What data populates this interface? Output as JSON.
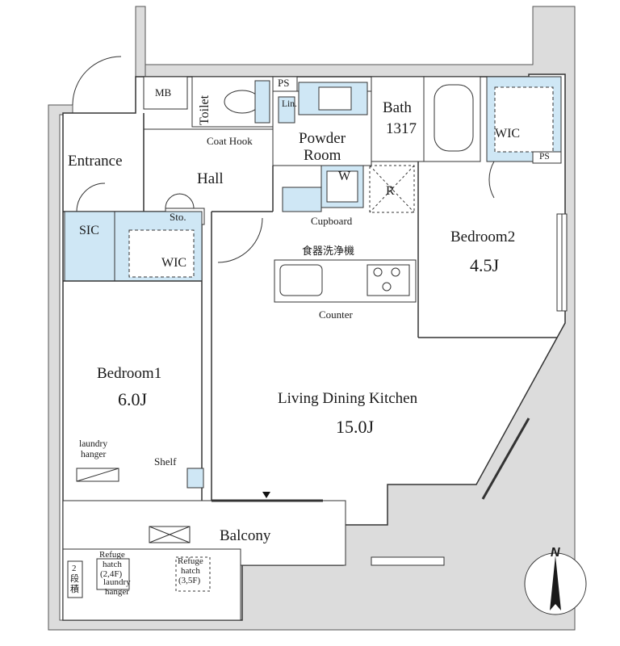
{
  "rooms": {
    "mb": "MB",
    "ps_top": "PS",
    "toilet": "Toilet",
    "lin": "Lin.",
    "bath": "Bath",
    "bath_size": "1317",
    "powder_room_line1": "Powder",
    "powder_room_line2": "Room",
    "wic_bedroom2": "WIC",
    "ps_right": "PS",
    "coat_hook": "Coat Hook",
    "entrance": "Entrance",
    "hall": "Hall",
    "w": "W",
    "r": "R",
    "sto": "Sto.",
    "cupboard": "Cupboard",
    "sic": "SIC",
    "wic_bedroom1": "WIC",
    "dishwasher": "食器洗浄機",
    "bedroom2": "Bedroom2",
    "bedroom2_area": "4.5J",
    "counter": "Counter",
    "bedroom1": "Bedroom1",
    "bedroom1_area": "6.0J",
    "ldk": "Living Dining Kitchen",
    "ldk_area": "15.0J",
    "laundry_line1": "laundry",
    "laundry_line2": "hanger",
    "shelf": "Shelf",
    "balcony": "Balcony",
    "refuge1_line1": "Refuge",
    "refuge1_line2": "hatch",
    "refuge1_line3": "(2,4F)",
    "laundry2_line1": "laundry",
    "laundry2_line2": "hanger",
    "refuge2_line1": "Refuge",
    "refuge2_line2": "hatch",
    "refuge2_line3": "(3,5F)",
    "steps_line1": "2",
    "steps_line2": "段",
    "steps_line3": "積"
  },
  "compass": {
    "label": "N"
  },
  "colors": {
    "wall": "#dcdcdc",
    "wall_stroke": "#555555",
    "storage": "#cfe7f5",
    "line": "#333333"
  }
}
